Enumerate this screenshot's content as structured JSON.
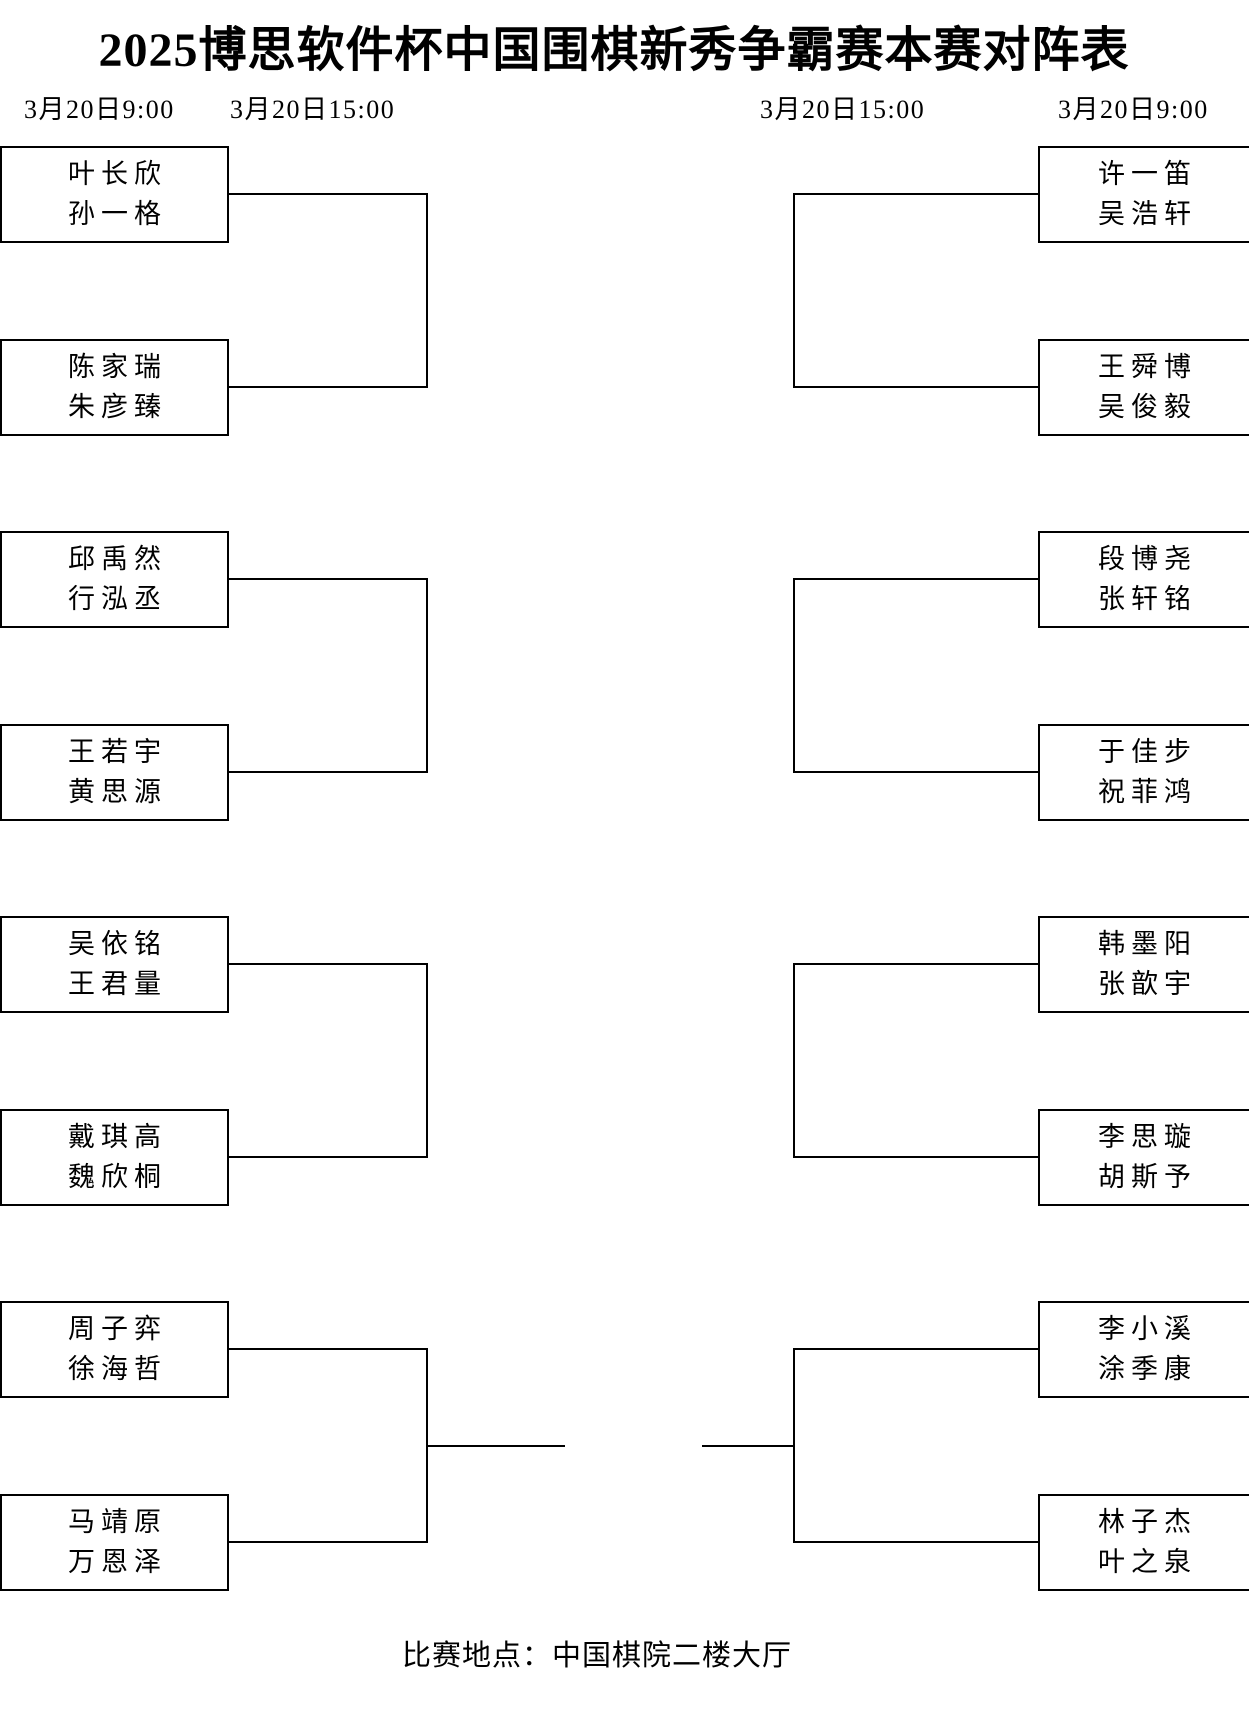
{
  "title": "2025博思软件杯中国围棋新秀争霸赛本赛对阵表",
  "schedule": {
    "left": [
      "3月20日9:00",
      "3月20日15:00"
    ],
    "right": [
      "3月20日15:00",
      "3月20日9:00"
    ]
  },
  "matches_left": [
    {
      "players": [
        "叶长欣",
        "孙一格"
      ]
    },
    {
      "players": [
        "陈家瑞",
        "朱彦臻"
      ]
    },
    {
      "players": [
        "邱禹然",
        "行泓丞"
      ]
    },
    {
      "players": [
        "王若宇",
        "黄思源"
      ]
    },
    {
      "players": [
        "吴依铭",
        "王君量"
      ]
    },
    {
      "players": [
        "戴琪高",
        "魏欣桐"
      ]
    },
    {
      "players": [
        "周子弈",
        "徐海哲"
      ]
    },
    {
      "players": [
        "马靖原",
        "万恩泽"
      ]
    }
  ],
  "matches_right": [
    {
      "players": [
        "许一笛",
        "吴浩轩"
      ]
    },
    {
      "players": [
        "王舜博",
        "吴俊毅"
      ]
    },
    {
      "players": [
        "段博尧",
        "张轩铭"
      ]
    },
    {
      "players": [
        "于佳步",
        "祝菲鸿"
      ]
    },
    {
      "players": [
        "韩墨阳",
        "张歆宇"
      ]
    },
    {
      "players": [
        "李思璇",
        "胡斯予"
      ]
    },
    {
      "players": [
        "李小溪",
        "涂季康"
      ]
    },
    {
      "players": [
        "林子杰",
        "叶之泉"
      ]
    }
  ],
  "footer": "比赛地点：中国棋院二楼大厅",
  "colors": {
    "ink": "#000000",
    "background": "#ffffff"
  }
}
